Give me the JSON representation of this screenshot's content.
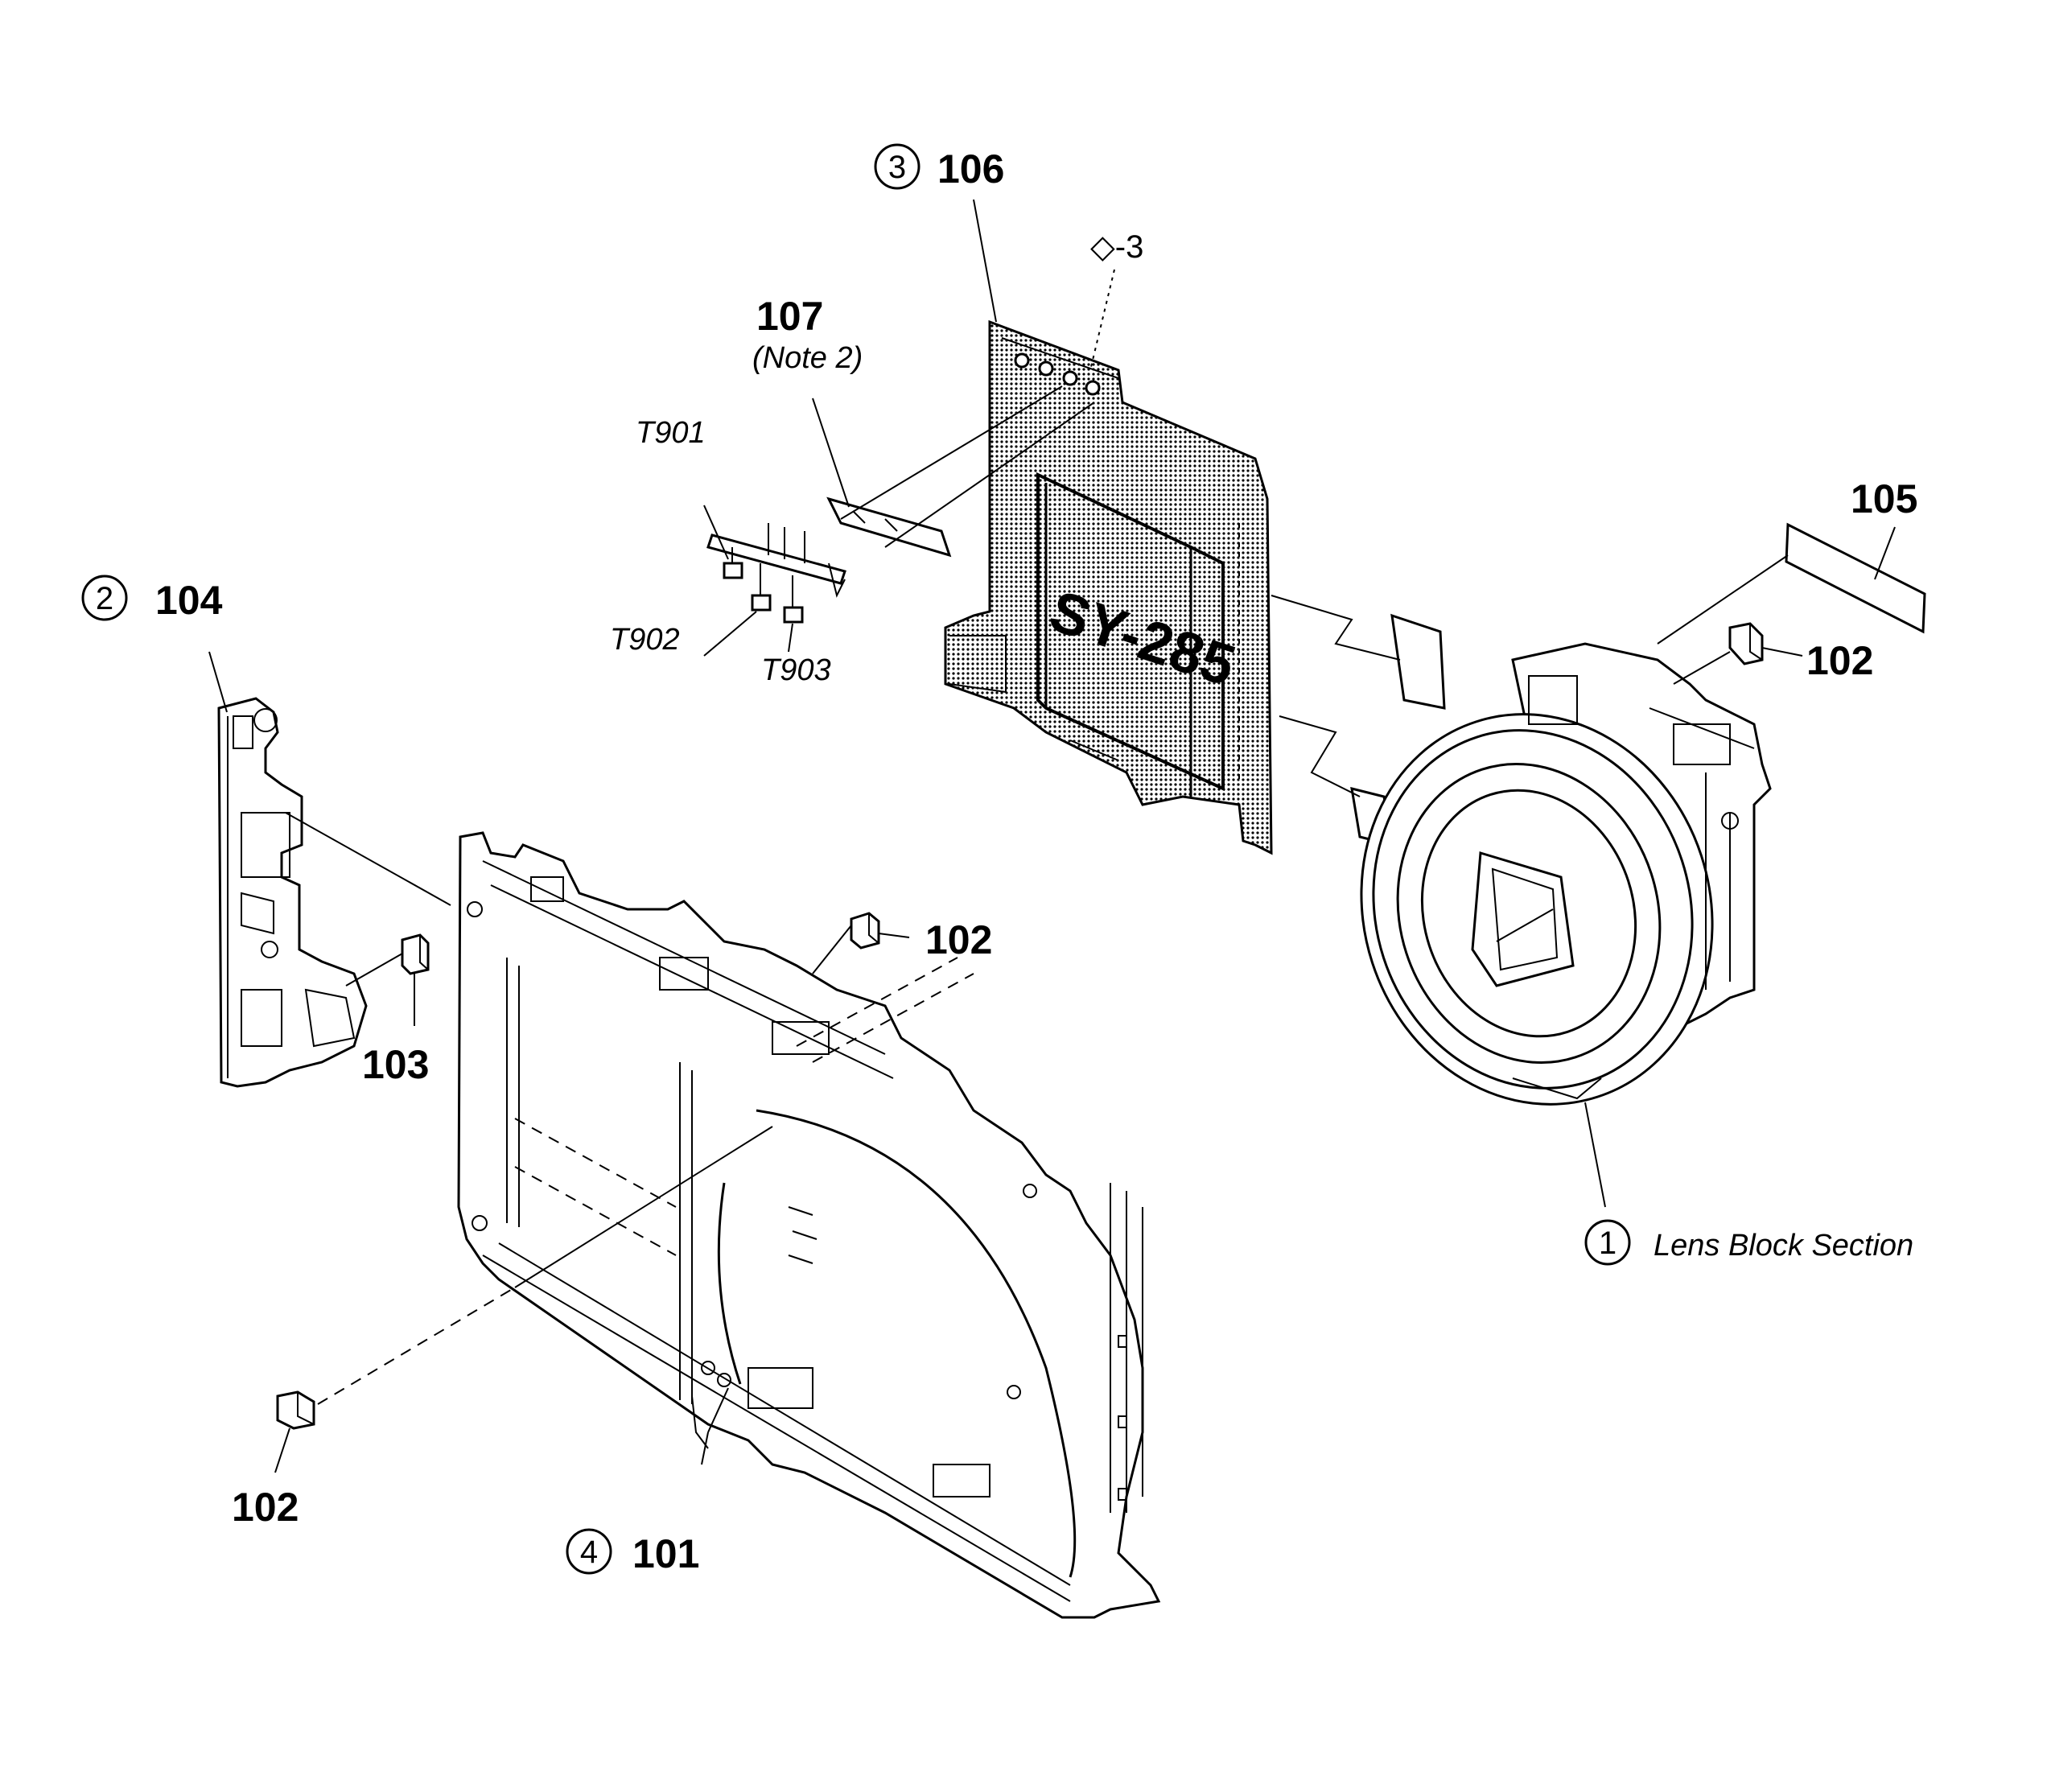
{
  "labels": {
    "ref_104": "104",
    "ref_103": "103",
    "ref_102_left": "102",
    "ref_101": "101",
    "ref_102_mid": "102",
    "ref_107": "107",
    "note_107": "(Note 2)",
    "ref_t901": "T901",
    "ref_t902": "T902",
    "ref_t903": "T903",
    "ref_106": "106",
    "ref_d3": "◇-3",
    "board_text": "SY-285",
    "ref_105": "105",
    "ref_102_right": "102",
    "lens_block": "Lens Block Section"
  },
  "circles": {
    "c1": "1",
    "c2": "2",
    "c3": "3",
    "c4": "4"
  },
  "colors": {
    "ink": "#000000",
    "paper": "#ffffff",
    "board_fill": "#bdbdbd"
  }
}
